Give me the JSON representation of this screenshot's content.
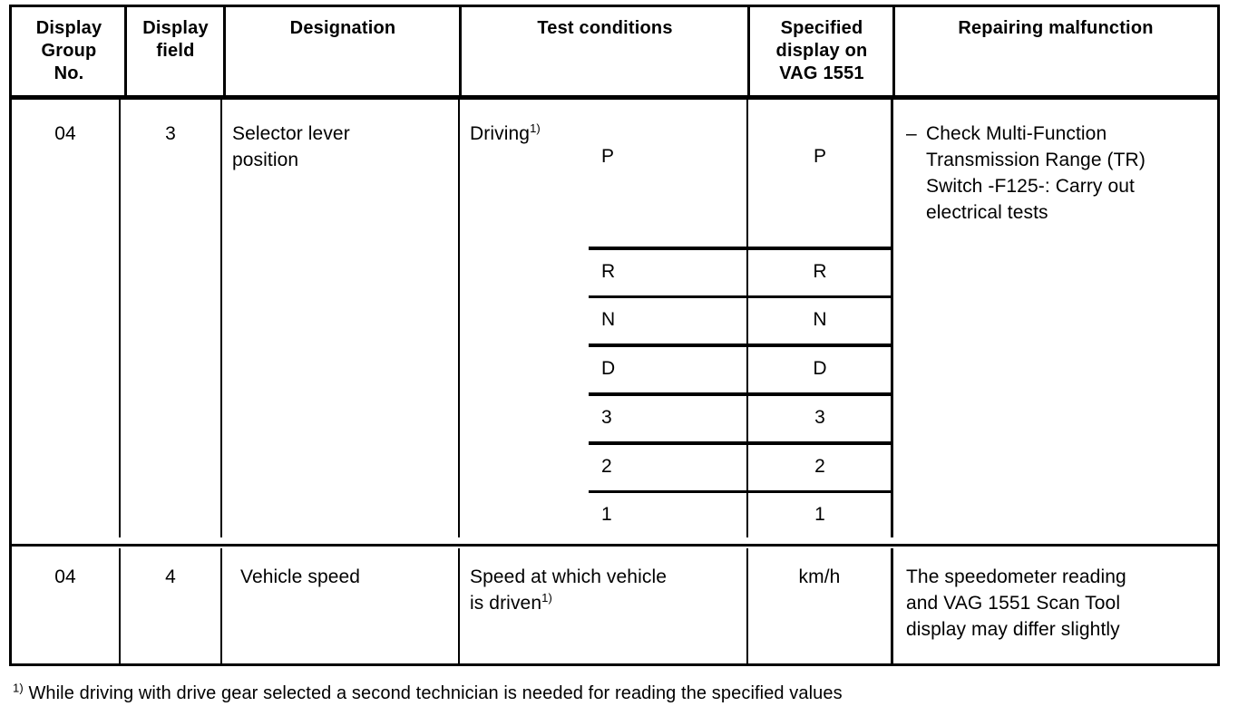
{
  "document": {
    "type": "service-manual-table",
    "footnote_marker": "1)",
    "footnote_text": "While driving with drive gear selected a second technician is needed for reading the specified values"
  },
  "table": {
    "columns": [
      {
        "id": "display-group-no",
        "label": "Display\nGroup\nNo."
      },
      {
        "id": "display-field",
        "label": "Display\nfield"
      },
      {
        "id": "designation",
        "label": "Designation"
      },
      {
        "id": "test-conditions",
        "label": "Test conditions"
      },
      {
        "id": "specified-display",
        "label": "Specified\ndisplay on\nVAG 1551"
      },
      {
        "id": "repairing-malfunction",
        "label": "Repairing malfunction"
      }
    ],
    "headers": {
      "display_group_no_l1": "Display",
      "display_group_no_l2": "Group",
      "display_group_no_l3": "No.",
      "display_field_l1": "Display",
      "display_field_l2": "field",
      "designation": "Designation",
      "test_conditions": "Test conditions",
      "specified_display_l1": "Specified",
      "specified_display_l2": "display on",
      "specified_display_l3": "VAG 1551",
      "repairing_malfunction": "Repairing malfunction"
    },
    "rows": [
      {
        "id": "row-selector-lever-position",
        "display_group_no": "04",
        "display_field": "3",
        "designation_l1": "Selector lever",
        "designation_l2": "position",
        "test_condition_heading": "Driving",
        "test_condition_heading_sup": "1)",
        "gear_positions": [
          {
            "test": "P",
            "specified": "P"
          },
          {
            "test": "R",
            "specified": "R"
          },
          {
            "test": "N",
            "specified": "N"
          },
          {
            "test": "D",
            "specified": "D"
          },
          {
            "test": "3",
            "specified": "3"
          },
          {
            "test": "2",
            "specified": "2"
          },
          {
            "test": "1",
            "specified": "1"
          }
        ],
        "repair_dash": "–",
        "repair_l1": "Check Multi-Function",
        "repair_l2": "Transmission Range (TR)",
        "repair_l3": "Switch -F125-:  Carry out",
        "repair_l4": "electrical tests"
      },
      {
        "id": "row-vehicle-speed",
        "display_group_no": "04",
        "display_field": "4",
        "designation_l1": "Vehicle speed",
        "test_condition_l1": "Speed at which vehicle",
        "test_condition_l2": "is driven",
        "test_condition_l2_sup": "1)",
        "specified_display": "km/h",
        "repair_l1": "The speedometer reading",
        "repair_l2": "and VAG 1551 Scan Tool",
        "repair_l3": "display may differ slightly"
      }
    ]
  },
  "colors": {
    "ink": "#000000",
    "paper": "#ffffff"
  }
}
